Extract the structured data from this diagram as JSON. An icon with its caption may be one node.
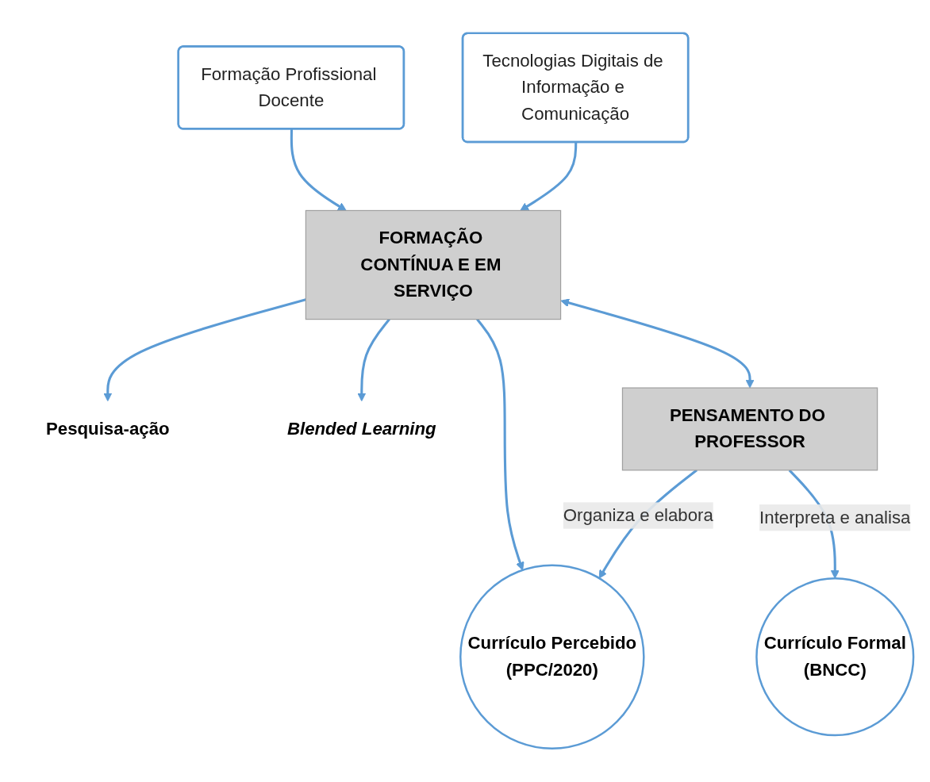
{
  "diagram": {
    "nodes": [
      {
        "text": [
          "Formação Profissional Docente"
        ]
      },
      {
        "text": [
          "Tecnologias Digitais de Informação e Comunicação"
        ]
      },
      {
        "text": [
          "FORMAÇÃO CONTÍNUA E EM SERVIÇO"
        ]
      },
      {
        "text": [
          "Pesquisa-ação"
        ]
      },
      {
        "text": [
          "Blended Learning"
        ]
      },
      {
        "text": [
          "Currículo Formal",
          "(BNCC)"
        ]
      },
      {
        "text": [
          "PENSAMENTO DO PROFESSOR"
        ]
      },
      {
        "text": [
          "Currículo Percebido",
          "(PPC/2020)"
        ]
      }
    ],
    "edges": [
      {
        "from": 0,
        "to": 2,
        "arrow": "to"
      },
      {
        "from": 1,
        "to": 2,
        "arrow": "to"
      },
      {
        "from": 2,
        "to": 3,
        "arrow": "to"
      },
      {
        "from": 2,
        "to": 4,
        "arrow": "to"
      },
      {
        "from": 2,
        "to": 7,
        "arrow": "to"
      },
      {
        "from": 2,
        "to": 6,
        "arrow": "both"
      },
      {
        "from": 6,
        "to": 5,
        "arrow": "to",
        "label": "Interpreta e analisa"
      },
      {
        "from": 6,
        "to": 7,
        "arrow": "to",
        "label": "Organiza e elabora"
      }
    ]
  }
}
